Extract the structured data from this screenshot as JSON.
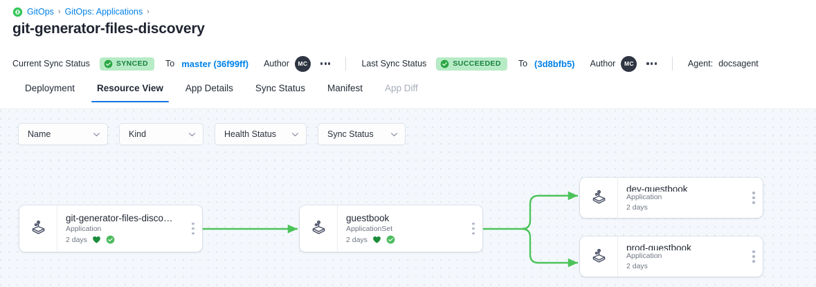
{
  "breadcrumb": {
    "icon": "gitops-link-icon",
    "items": [
      {
        "label": "GitOps"
      },
      {
        "label": "GitOps: Applications"
      }
    ],
    "separator": "›"
  },
  "header": {
    "title": "git-generator-files-discovery"
  },
  "status_bar": {
    "current_sync_label": "Current Sync Status",
    "current_sync_badge": "SYNCED",
    "current_sync_badge_bg": "#b7ebc6",
    "current_sync_badge_fg": "#18803e",
    "current_to_label": "To",
    "current_revision": "master (36f99ff)",
    "current_author_label": "Author",
    "current_author_initials": "MC",
    "last_sync_label": "Last Sync Status",
    "last_sync_badge": "SUCCEEDED",
    "last_sync_badge_bg": "#b7ebc6",
    "last_sync_badge_fg": "#18803e",
    "last_to_label": "To",
    "last_revision": "(3d8bfb5)",
    "last_author_label": "Author",
    "last_author_initials": "MC",
    "agent_label": "Agent:",
    "agent_value": "docsagent",
    "link_color": "#0081e8"
  },
  "tabs": [
    {
      "label": "Deployment",
      "active": false,
      "disabled": false
    },
    {
      "label": "Resource View",
      "active": true,
      "disabled": false
    },
    {
      "label": "App Details",
      "active": false,
      "disabled": false
    },
    {
      "label": "Sync Status",
      "active": false,
      "disabled": false
    },
    {
      "label": "Manifest",
      "active": false,
      "disabled": false
    },
    {
      "label": "App Diff",
      "active": false,
      "disabled": true
    }
  ],
  "filters": [
    {
      "label": "Name"
    },
    {
      "label": "Kind"
    },
    {
      "label": "Health Status"
    },
    {
      "label": "Sync Status"
    }
  ],
  "graph": {
    "edge_color": "#4cc35a",
    "nodes": [
      {
        "id": "root",
        "name": "git-generator-files-disco…",
        "kind": "Application",
        "age": "2 days",
        "icon": "argo-application-icon",
        "health": "healthy-heart-icon",
        "sync": "synced-check-icon",
        "show_status": true
      },
      {
        "id": "appset",
        "name": "guestbook",
        "kind": "ApplicationSet",
        "age": "2 days",
        "icon": "argo-application-icon",
        "health": "healthy-heart-icon",
        "sync": "synced-check-icon",
        "show_status": true
      },
      {
        "id": "dev",
        "name": "dev-guestbook",
        "kind": "Application",
        "age": "2 days",
        "icon": "argo-application-icon",
        "show_status": false
      },
      {
        "id": "prod",
        "name": "prod-guestbook",
        "kind": "Application",
        "age": "2 days",
        "icon": "argo-application-icon",
        "show_status": false
      }
    ]
  }
}
